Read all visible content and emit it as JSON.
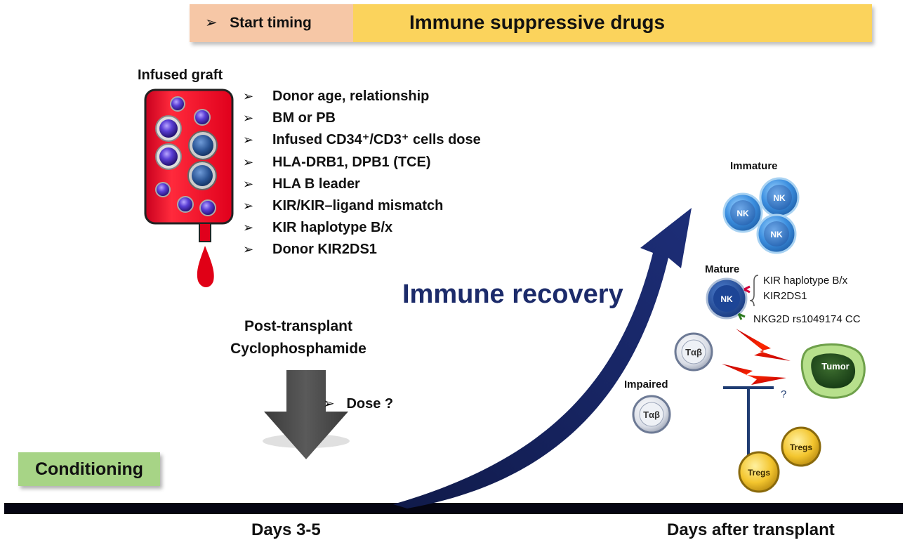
{
  "banner": {
    "start_label": "Start timing",
    "drugs_label": "Immune suppressive drugs",
    "start_color": "#f6c7a6",
    "drugs_color": "#fbd35c"
  },
  "graft": {
    "title": "Infused graft",
    "factors": [
      {
        "text": "Donor age, relationship"
      },
      {
        "text": "BM or PB"
      },
      {
        "text": "Infused CD34⁺/CD3⁺ cells dose"
      },
      {
        "text": "HLA-DRB1, DPB1 (TCE)"
      },
      {
        "text": "HLA B leader"
      },
      {
        "text": "KIR/KIR–ligand mismatch"
      },
      {
        "text": "KIR haplotype B/x"
      },
      {
        "text": "Donor KIR2DS1"
      }
    ]
  },
  "recovery": {
    "label": "Immune recovery",
    "color": "#1c2b6a"
  },
  "ptcy": {
    "line1": "Post-transplant",
    "line2": "Cyclophosphamide",
    "dose_label": "Dose ?"
  },
  "conditioning": {
    "label": "Conditioning",
    "color": "#a7d486"
  },
  "timeline": {
    "day_label": "Days 3-5",
    "axis_label": "Days after transplant"
  },
  "cells": {
    "immature_label": "Immature",
    "mature_label": "Mature",
    "impaired_label": "Impaired",
    "nk_text": "NK",
    "tab_text": "Tαβ",
    "tumor_text": "Tumor",
    "tregs_text": "Tregs",
    "kir_haplotype": "KIR haplotype B/x",
    "kir2ds1": "KIR2DS1",
    "nkg2d": "NKG2D  rs1049174  CC",
    "inhibition_q": "?"
  },
  "arrow_glyph": "➢"
}
